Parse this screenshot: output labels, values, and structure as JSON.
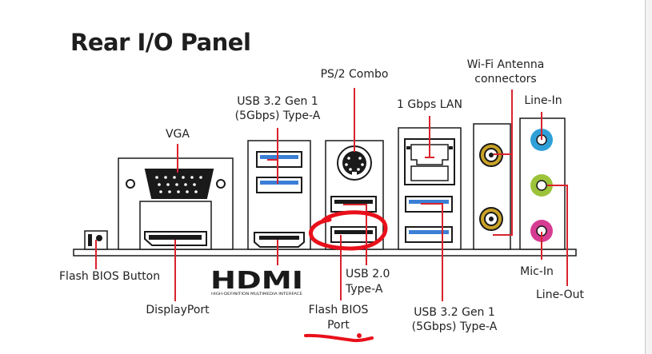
{
  "title": "Rear I/O Panel",
  "labels": {
    "vga": "VGA",
    "ps2": "PS/2 Combo",
    "usb32_top_line1": "USB 3.2 Gen 1",
    "usb32_top_line2": "(5Gbps) Type-A",
    "lan": "1 Gbps LAN",
    "wifi_line1": "Wi-Fi Antenna",
    "wifi_line2": "connectors",
    "line_in": "Line-In",
    "flash_bios_button": "Flash BIOS Button",
    "displayport": "DisplayPort",
    "usb20_line1": "USB 2.0",
    "usb20_line2": "Type-A",
    "flash_bios_port_line1": "Flash BIOS",
    "flash_bios_port_line2": "Port",
    "usb32_bottom_line1": "USB 3.2 Gen 1",
    "usb32_bottom_line2": "(5Gbps) Type-A",
    "mic_in": "Mic-In",
    "line_out": "Line-Out"
  },
  "logo": {
    "hdmi_text": "HDMI",
    "hdmi_tagline": "HIGH-DEFINITION MULTIMEDIA INTERFACE"
  },
  "colors": {
    "leader": "#d9232d",
    "annotation": "#e8101a",
    "usb3": "#3a7fd5",
    "audio_blue": "#2f9fd8",
    "audio_green": "#9cc33a",
    "audio_pink": "#d63c92",
    "antenna": "#c9a227",
    "outline": "#1a1a1a"
  }
}
